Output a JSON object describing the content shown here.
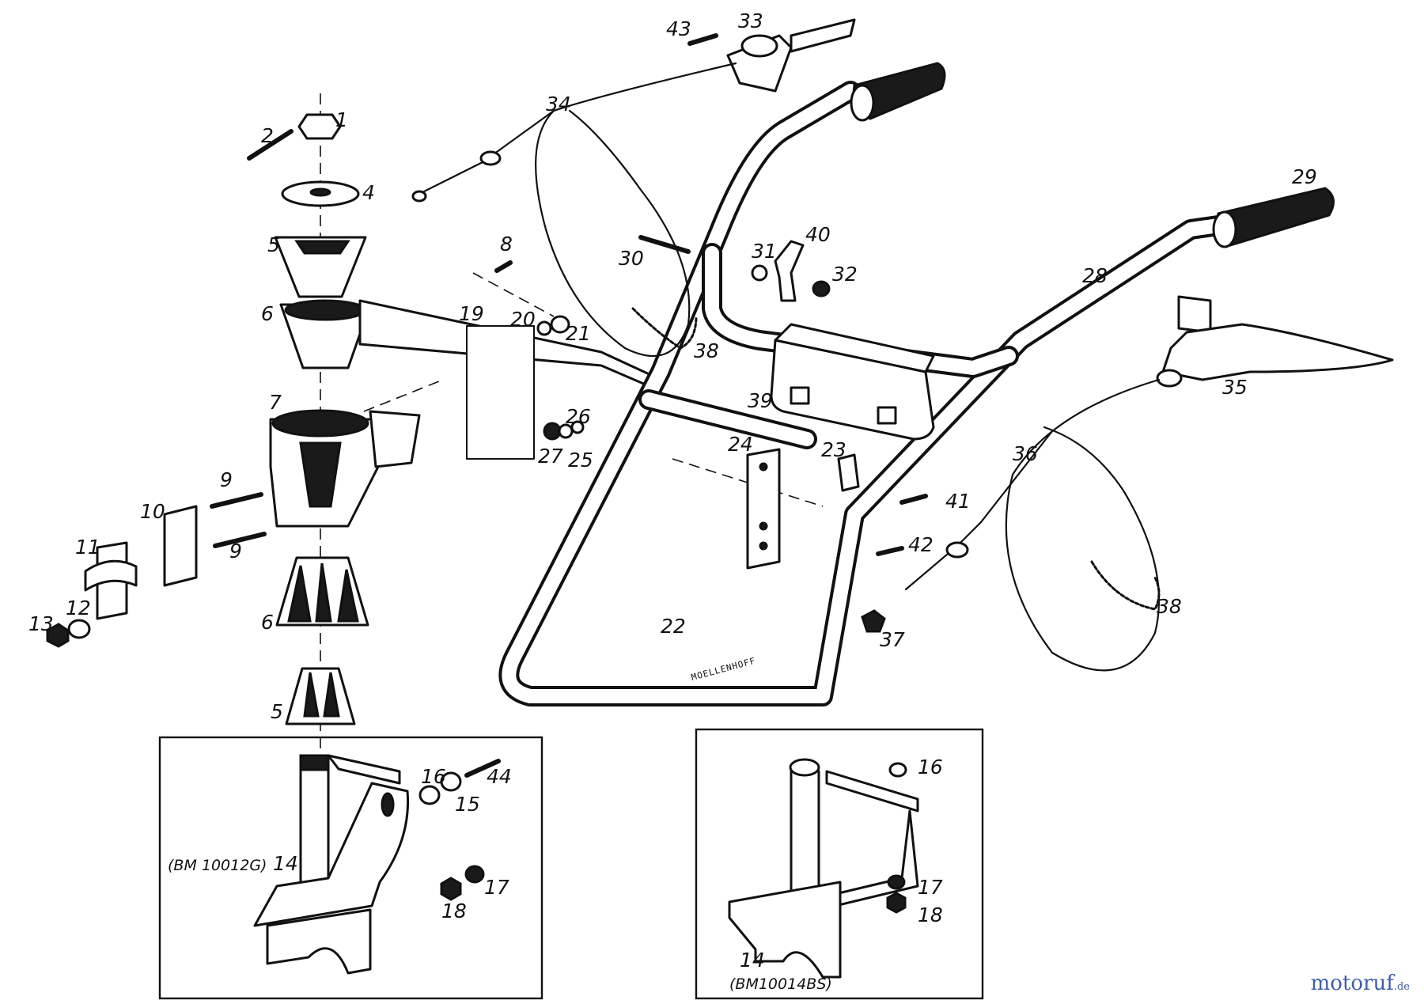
{
  "callouts": [
    "1",
    "2",
    "4",
    "5",
    "6",
    "7",
    "8",
    "9",
    "9",
    "10",
    "11",
    "12",
    "13",
    "14",
    "15",
    "16",
    "17",
    "18",
    "19",
    "20",
    "21",
    "22",
    "23",
    "24",
    "25",
    "26",
    "27",
    "28",
    "29",
    "30",
    "31",
    "32",
    "33",
    "34",
    "35",
    "36",
    "37",
    "38",
    "38",
    "39",
    "40",
    "41",
    "42",
    "43",
    "44",
    "5",
    "6",
    "14",
    "16",
    "17",
    "18"
  ],
  "inset_left": {
    "part": "14",
    "caption": "(BM 10012G)"
  },
  "inset_right": {
    "part": "14",
    "caption": "(BM10014BS)"
  },
  "tube_stamp": "MOELLENHOFF",
  "watermark": {
    "brand": "motoruf",
    "tld": ".de"
  }
}
